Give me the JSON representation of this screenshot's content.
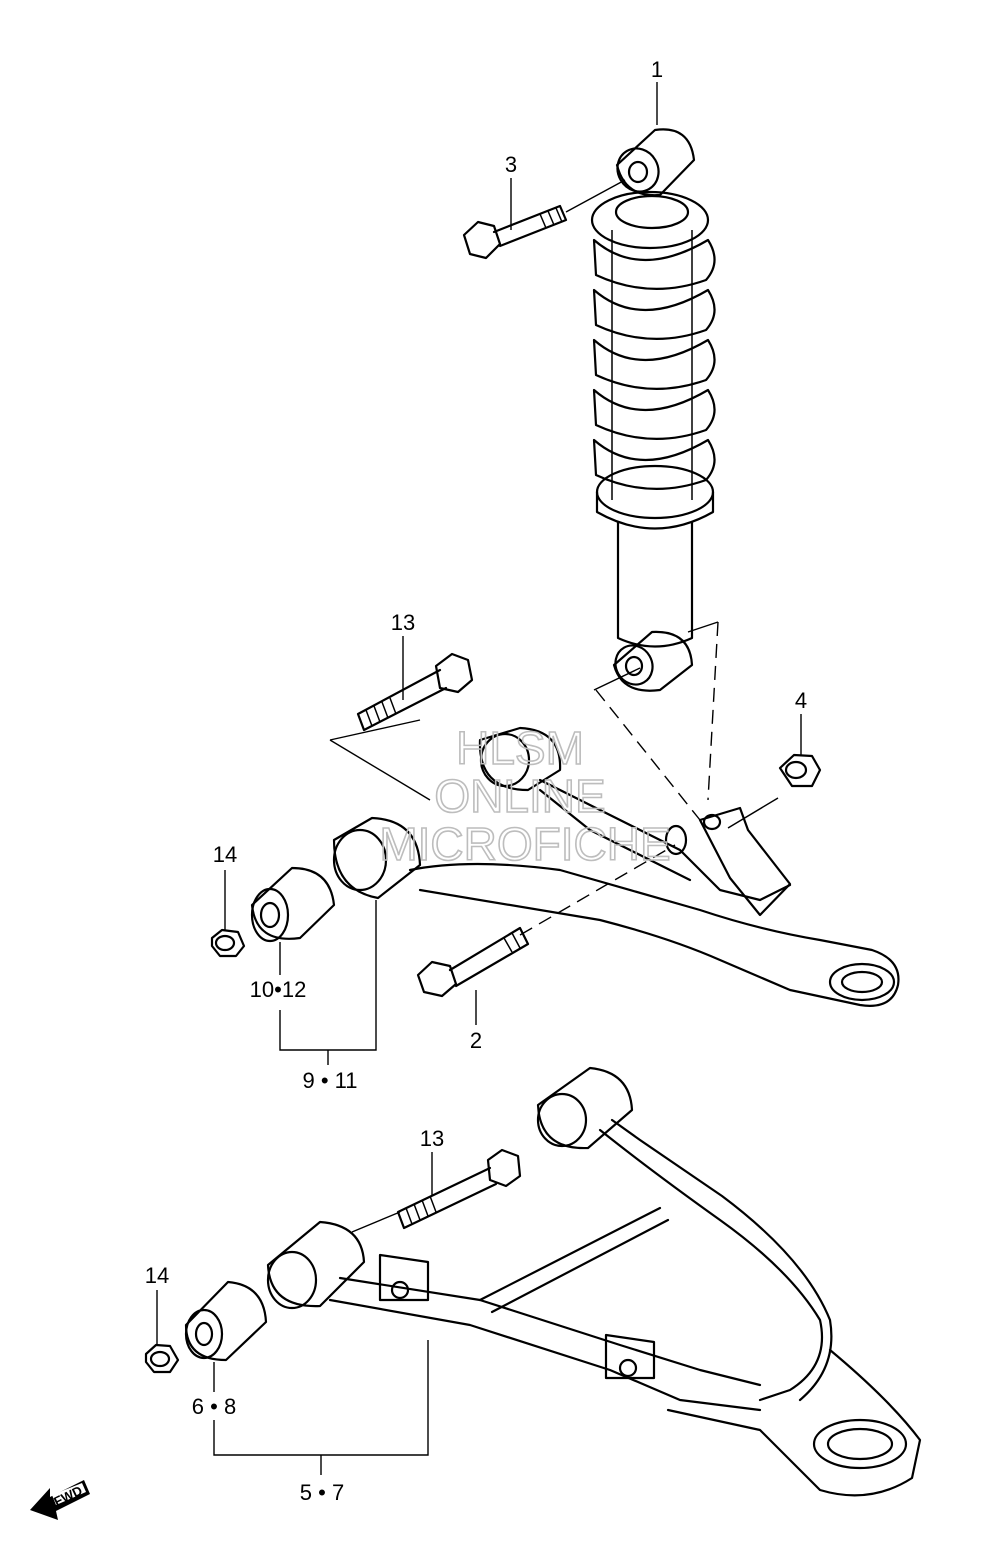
{
  "callouts": {
    "c1": "1",
    "c2": "2",
    "c3": "3",
    "c4": "4",
    "c5_7": "5 • 7",
    "c6_8": "6 • 8",
    "c9_11": "9 • 11",
    "c10_12": "10•12",
    "c13_upper": "13",
    "c13_lower": "13",
    "c14_upper": "14",
    "c14_lower": "14"
  },
  "watermark": {
    "line1": "HLSM",
    "line2": "ONLINE",
    "line3": "MICROFICHE"
  },
  "direction_arrow": {
    "label": "FWD",
    "icon": "fwd-arrow-icon"
  }
}
